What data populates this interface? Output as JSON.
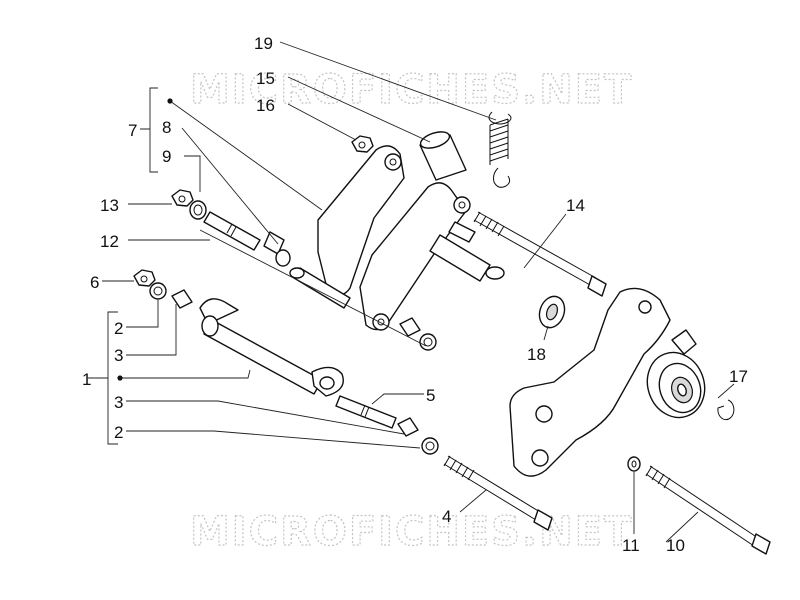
{
  "watermark": {
    "top": "MICROFICHES.NET",
    "bottom": "MICROFICHES.NET"
  },
  "callouts": {
    "c19": "19",
    "c15": "15",
    "c16": "16",
    "c7": "7",
    "c8": "8",
    "c9": "9",
    "c13": "13",
    "c12": "12",
    "c14": "14",
    "c6": "6",
    "c2a": "2",
    "c3a": "3",
    "c1": "1",
    "c3b": "3",
    "c2b": "2",
    "c5": "5",
    "c18": "18",
    "c17": "17",
    "c4": "4",
    "c11": "11",
    "c10": "10"
  },
  "colors": {
    "line": "#111111",
    "watermark": "#c4c4c4",
    "background": "#ffffff"
  }
}
